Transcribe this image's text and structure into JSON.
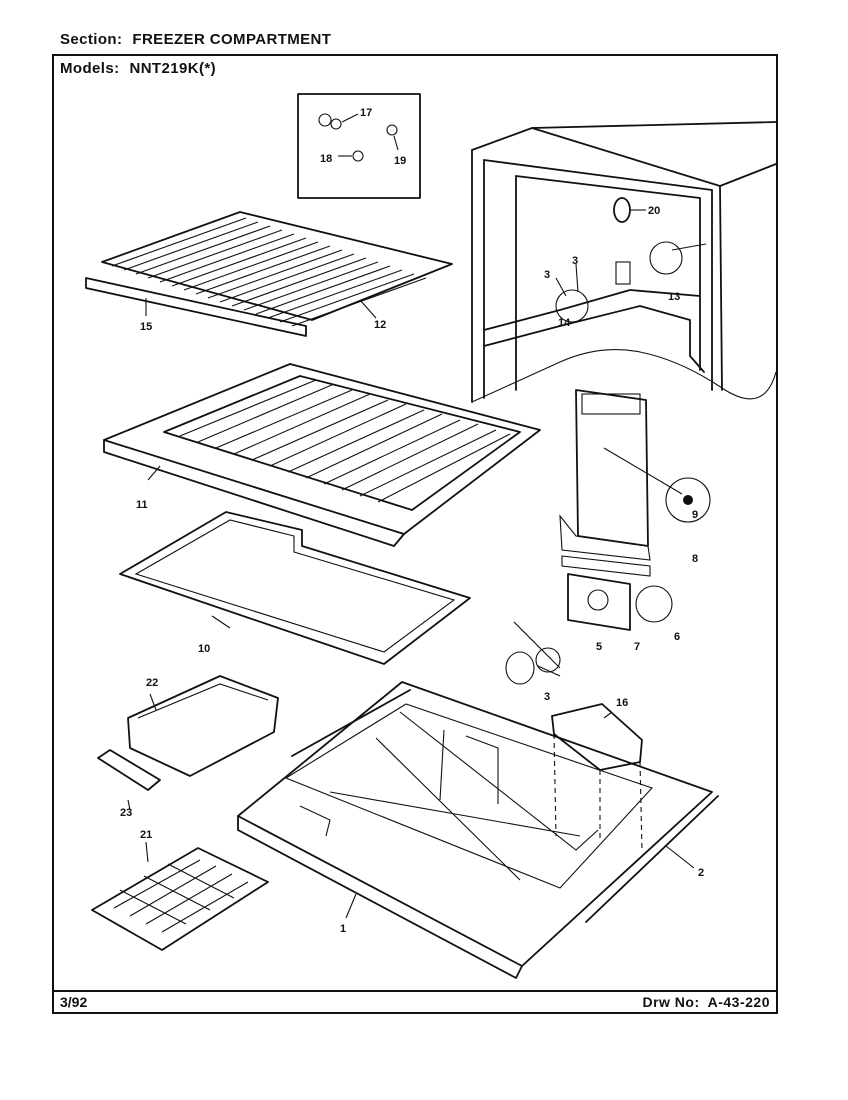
{
  "header": {
    "section_label": "Section:",
    "section_value": "FREEZER COMPARTMENT",
    "models_label": "Models:",
    "models_value": "NNT219K(*)"
  },
  "footer": {
    "date": "3/92",
    "drawing_label": "Drw No:",
    "drawing_number": "A-43-220"
  },
  "callouts": {
    "p1": "1",
    "p2": "2",
    "p3": "3",
    "p5": "5",
    "p6": "6",
    "p7": "7",
    "p8": "8",
    "p9": "9",
    "p10": "10",
    "p11": "11",
    "p12": "12",
    "p13": "13",
    "p14": "14",
    "p15": "15",
    "p16": "16",
    "p17": "17",
    "p18": "18",
    "p19": "19",
    "p20": "20",
    "p21": "21",
    "p22": "22",
    "p23": "23",
    "pA": "3",
    "pB": "3"
  }
}
